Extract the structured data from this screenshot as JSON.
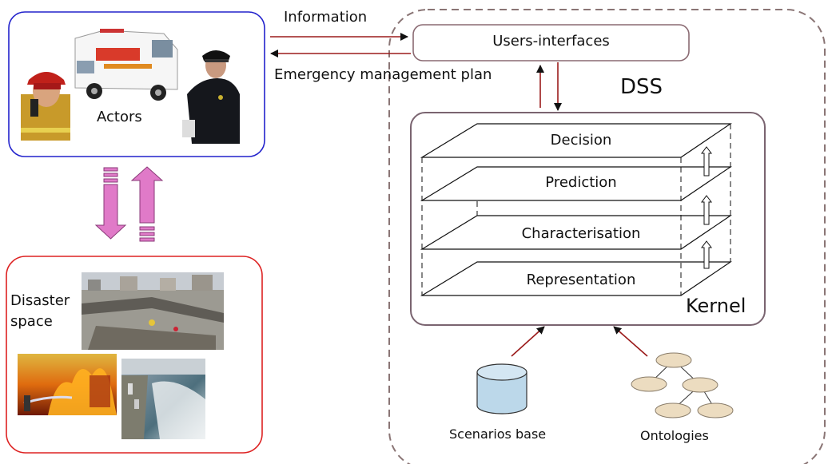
{
  "actors": {
    "label": "Actors"
  },
  "disaster_space": {
    "label_line1": "Disaster",
    "label_line2": "space"
  },
  "arrows": {
    "information": "Information",
    "emergency_plan": "Emergency management plan"
  },
  "dss": {
    "label": "DSS",
    "users_interfaces": "Users-interfaces",
    "kernel": {
      "label": "Kernel",
      "layers": [
        "Decision",
        "Prediction",
        "Characterisation",
        "Representation"
      ]
    },
    "scenarios_base": "Scenarios base",
    "ontologies": "Ontologies"
  },
  "colors": {
    "actors_border": "#2222cc",
    "disaster_border": "#dd2222",
    "dss_border": "#8a7575",
    "kernel_border": "#7a6470",
    "flow_arrow": "#9b1b1b",
    "exchange_arrow": "#e07ac8",
    "cylinder_fill": "#bcd8ea",
    "ontology_node_fill": "#ecdcc0"
  }
}
